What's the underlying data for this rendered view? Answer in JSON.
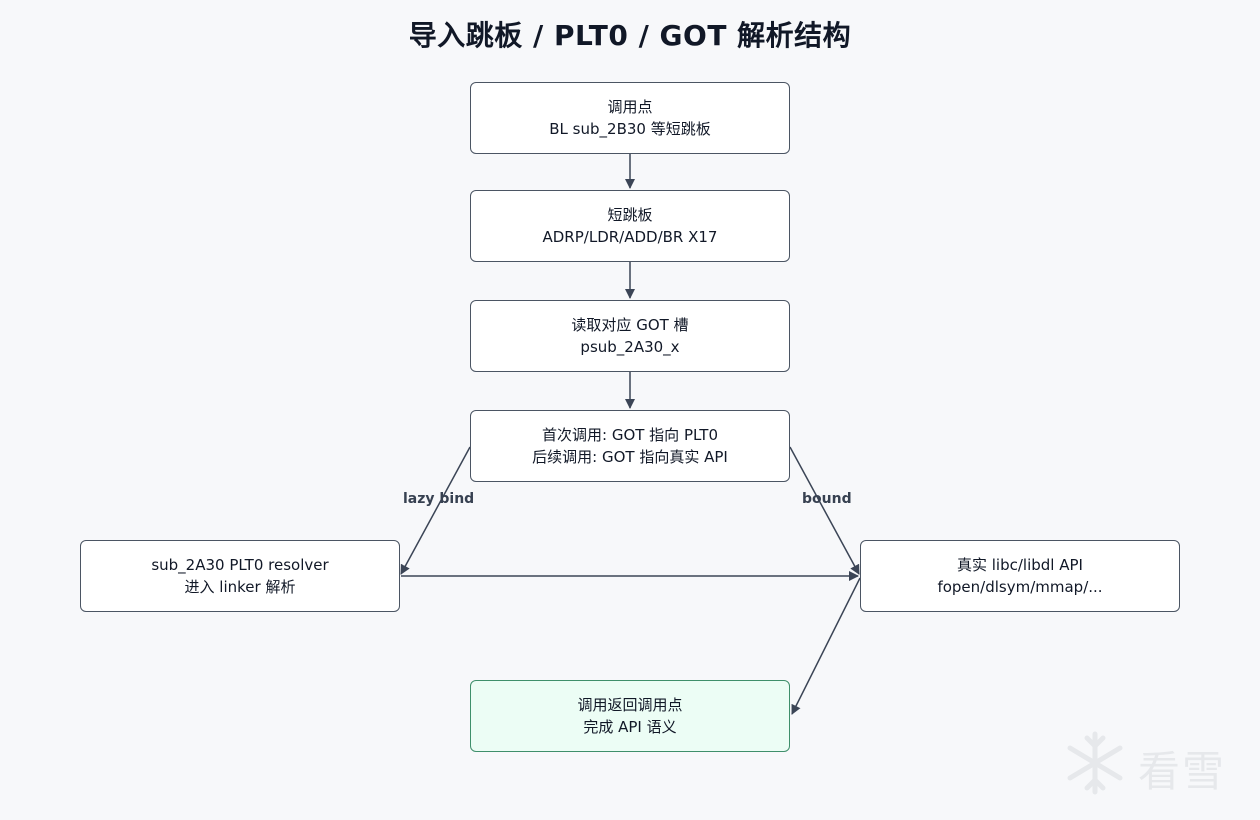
{
  "title": "导入跳板 / PLT0 / GOT 解析结构",
  "nodes": {
    "call_site": {
      "line1": "调用点",
      "line2": "BL sub_2B30 等短跳板"
    },
    "trampoline": {
      "line1": "短跳板",
      "line2": "ADRP/LDR/ADD/BR X17"
    },
    "got_slot": {
      "line1": "读取对应 GOT 槽",
      "line2": "psub_2A30_x"
    },
    "decision": {
      "line1": "首次调用: GOT 指向 PLT0",
      "line2": "后续调用: GOT 指向真实 API"
    },
    "resolver": {
      "line1": "sub_2A30 PLT0 resolver",
      "line2": "进入 linker 解析"
    },
    "real_api": {
      "line1": "真实 libc/libdl API",
      "line2": "fopen/dlsym/mmap/..."
    },
    "return": {
      "line1": "调用返回调用点",
      "line2": "完成 API 语义"
    }
  },
  "edge_labels": {
    "lazy": "lazy bind",
    "bound": "bound"
  },
  "watermark": {
    "text": "看雪",
    "icon": "snowflake-icon"
  },
  "colors": {
    "node_border": "#4b5563",
    "final_fill": "#ecfdf5",
    "final_border": "#3f8f6b",
    "edge": "#3b4556"
  }
}
